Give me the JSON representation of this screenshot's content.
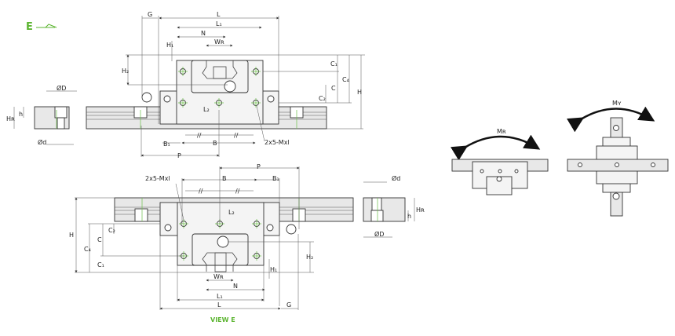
{
  "view_marker": "E",
  "view_caption": "VIEW E",
  "dimensions": {
    "G": "G",
    "L": "L",
    "L1": "L₁",
    "L2": "L₂",
    "N": "N",
    "WR": "Wʀ",
    "H": "H",
    "H1": "H₁",
    "H2": "H₂",
    "HR": "Hʀ",
    "h": "h",
    "C": "C",
    "C1": "C₁",
    "C2": "C₂",
    "C4": "C₄",
    "B": "B",
    "B1": "B₁",
    "P": "P",
    "D": "ØD",
    "d": "Ød",
    "mounting": "2x5-Mxl",
    "parallel": "//"
  },
  "moments": {
    "MR": "Mʀ",
    "MY": "Mʏ"
  },
  "colors": {
    "accent": "#5cb531",
    "line": "#333333"
  }
}
